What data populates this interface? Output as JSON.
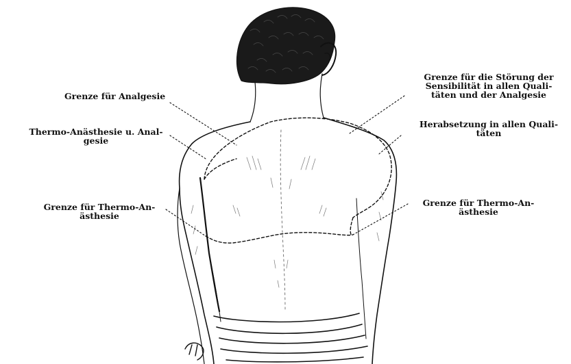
{
  "figure": {
    "ink_color": "#111111",
    "background_color": "#ffffff",
    "labels": {
      "analgesie_border": "Grenze für Analgesie",
      "thermo_anaesthesie_analgesie": "Thermo-Anästhesie u. Anal-\ngesie",
      "thermo_border_left": "Grenze für Thermo-An-\nästhesie",
      "sensibility_disturbance_border": "Grenze für die Störung der\nSensibilität in allen Quali-\ntäten und der Analgesie",
      "reduction_all_qualities": "Herabsetzung in allen Quali-\ntäten",
      "thermo_border_right": "Grenze für Thermo-An-\nästhesie"
    }
  }
}
